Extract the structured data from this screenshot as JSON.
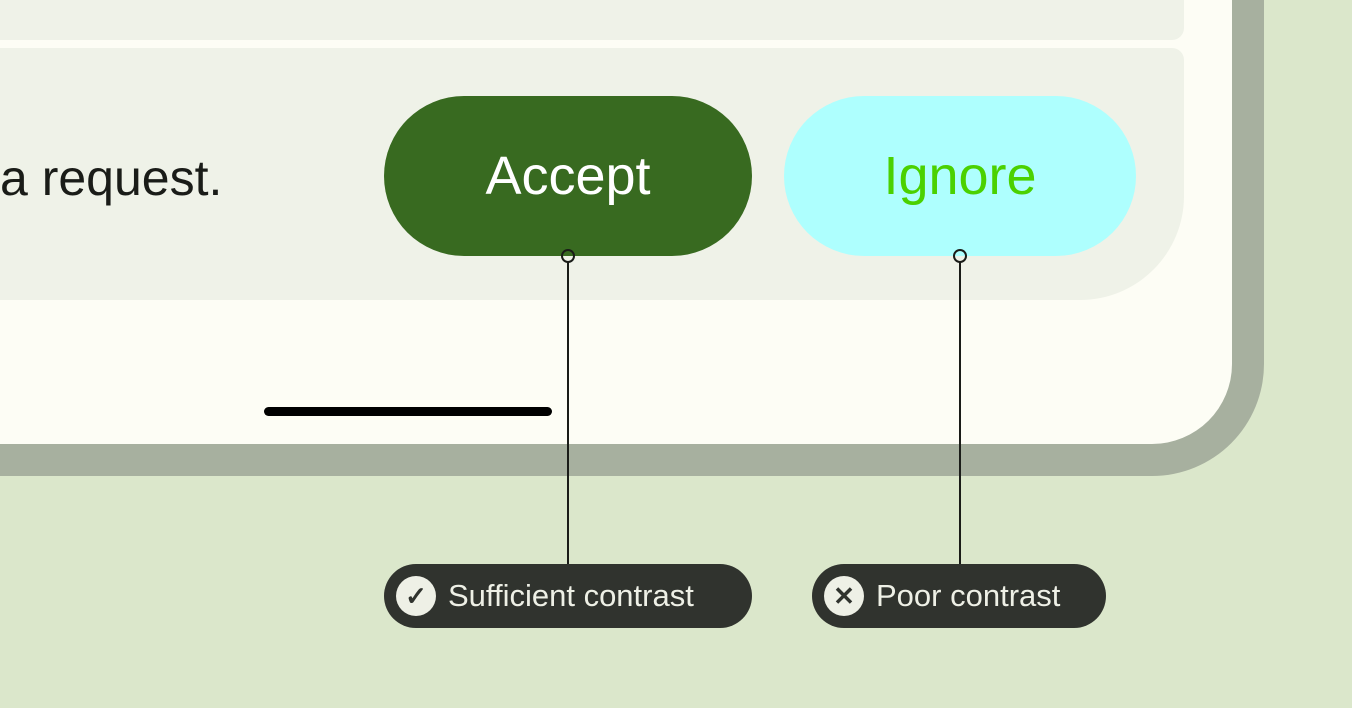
{
  "message": {
    "text": "a request."
  },
  "buttons": {
    "accept": "Accept",
    "ignore": "Ignore"
  },
  "annotations": [
    {
      "label": "Sufficient contrast",
      "icon": "check-icon",
      "glyph": "✓"
    },
    {
      "label": "Poor contrast",
      "icon": "close-icon",
      "glyph": "✕"
    }
  ],
  "colors": {
    "accept_bg": "#386a20",
    "accept_text": "#ffffff",
    "ignore_bg": "#aefffe",
    "ignore_text": "#4bd100"
  }
}
